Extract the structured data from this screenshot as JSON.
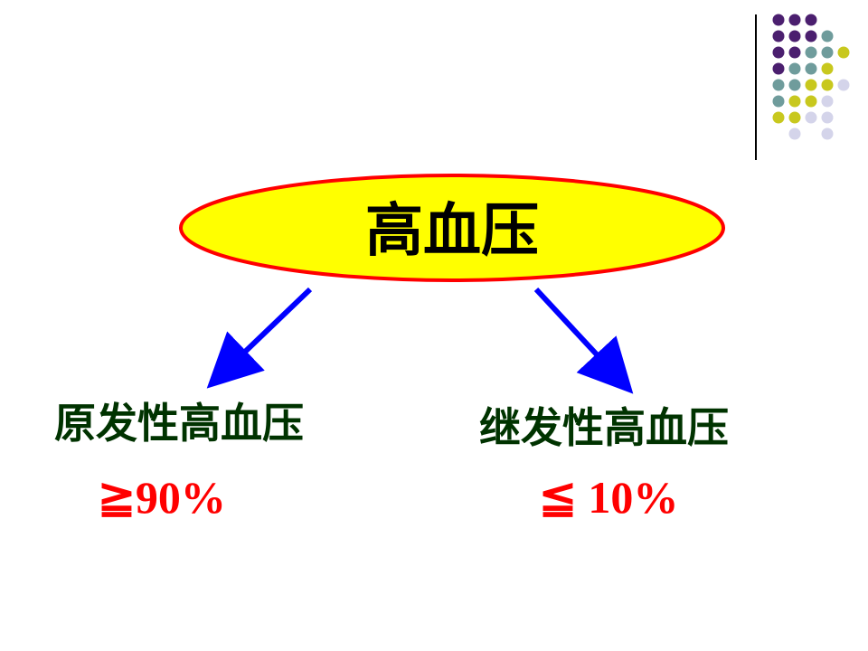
{
  "slide": {
    "center_node": {
      "label": "高血压"
    },
    "branches": [
      {
        "label": "原发性高血压",
        "percentage": "≧90%"
      },
      {
        "label": "继发性高血压",
        "percentage": "≦ 10%"
      }
    ]
  },
  "colors": {
    "ellipse_fill": "#ffff00",
    "ellipse_stroke": "#ff0000",
    "arrow": "#0000ff",
    "branch_text": "#003300",
    "percentage_text": "#ff0000",
    "dot_purple": "#4b1f6f",
    "dot_teal": "#6f9c9c",
    "dot_olive": "#c8c81e",
    "dot_lavender": "#d4d4ea"
  },
  "decoration": {
    "dot_grid_colors": [
      [
        "dot_purple",
        "dot_purple",
        "dot_purple",
        "",
        ""
      ],
      [
        "dot_purple",
        "dot_purple",
        "dot_purple",
        "dot_teal",
        ""
      ],
      [
        "dot_purple",
        "dot_purple",
        "dot_teal",
        "dot_teal",
        "dot_olive"
      ],
      [
        "dot_purple",
        "dot_teal",
        "dot_teal",
        "dot_olive",
        ""
      ],
      [
        "dot_teal",
        "dot_teal",
        "dot_olive",
        "dot_olive",
        "dot_lavender"
      ],
      [
        "dot_teal",
        "dot_olive",
        "dot_olive",
        "dot_lavender",
        ""
      ],
      [
        "dot_olive",
        "dot_olive",
        "dot_lavender",
        "dot_lavender",
        ""
      ],
      [
        "",
        "dot_lavender",
        "",
        "dot_lavender",
        ""
      ]
    ]
  }
}
